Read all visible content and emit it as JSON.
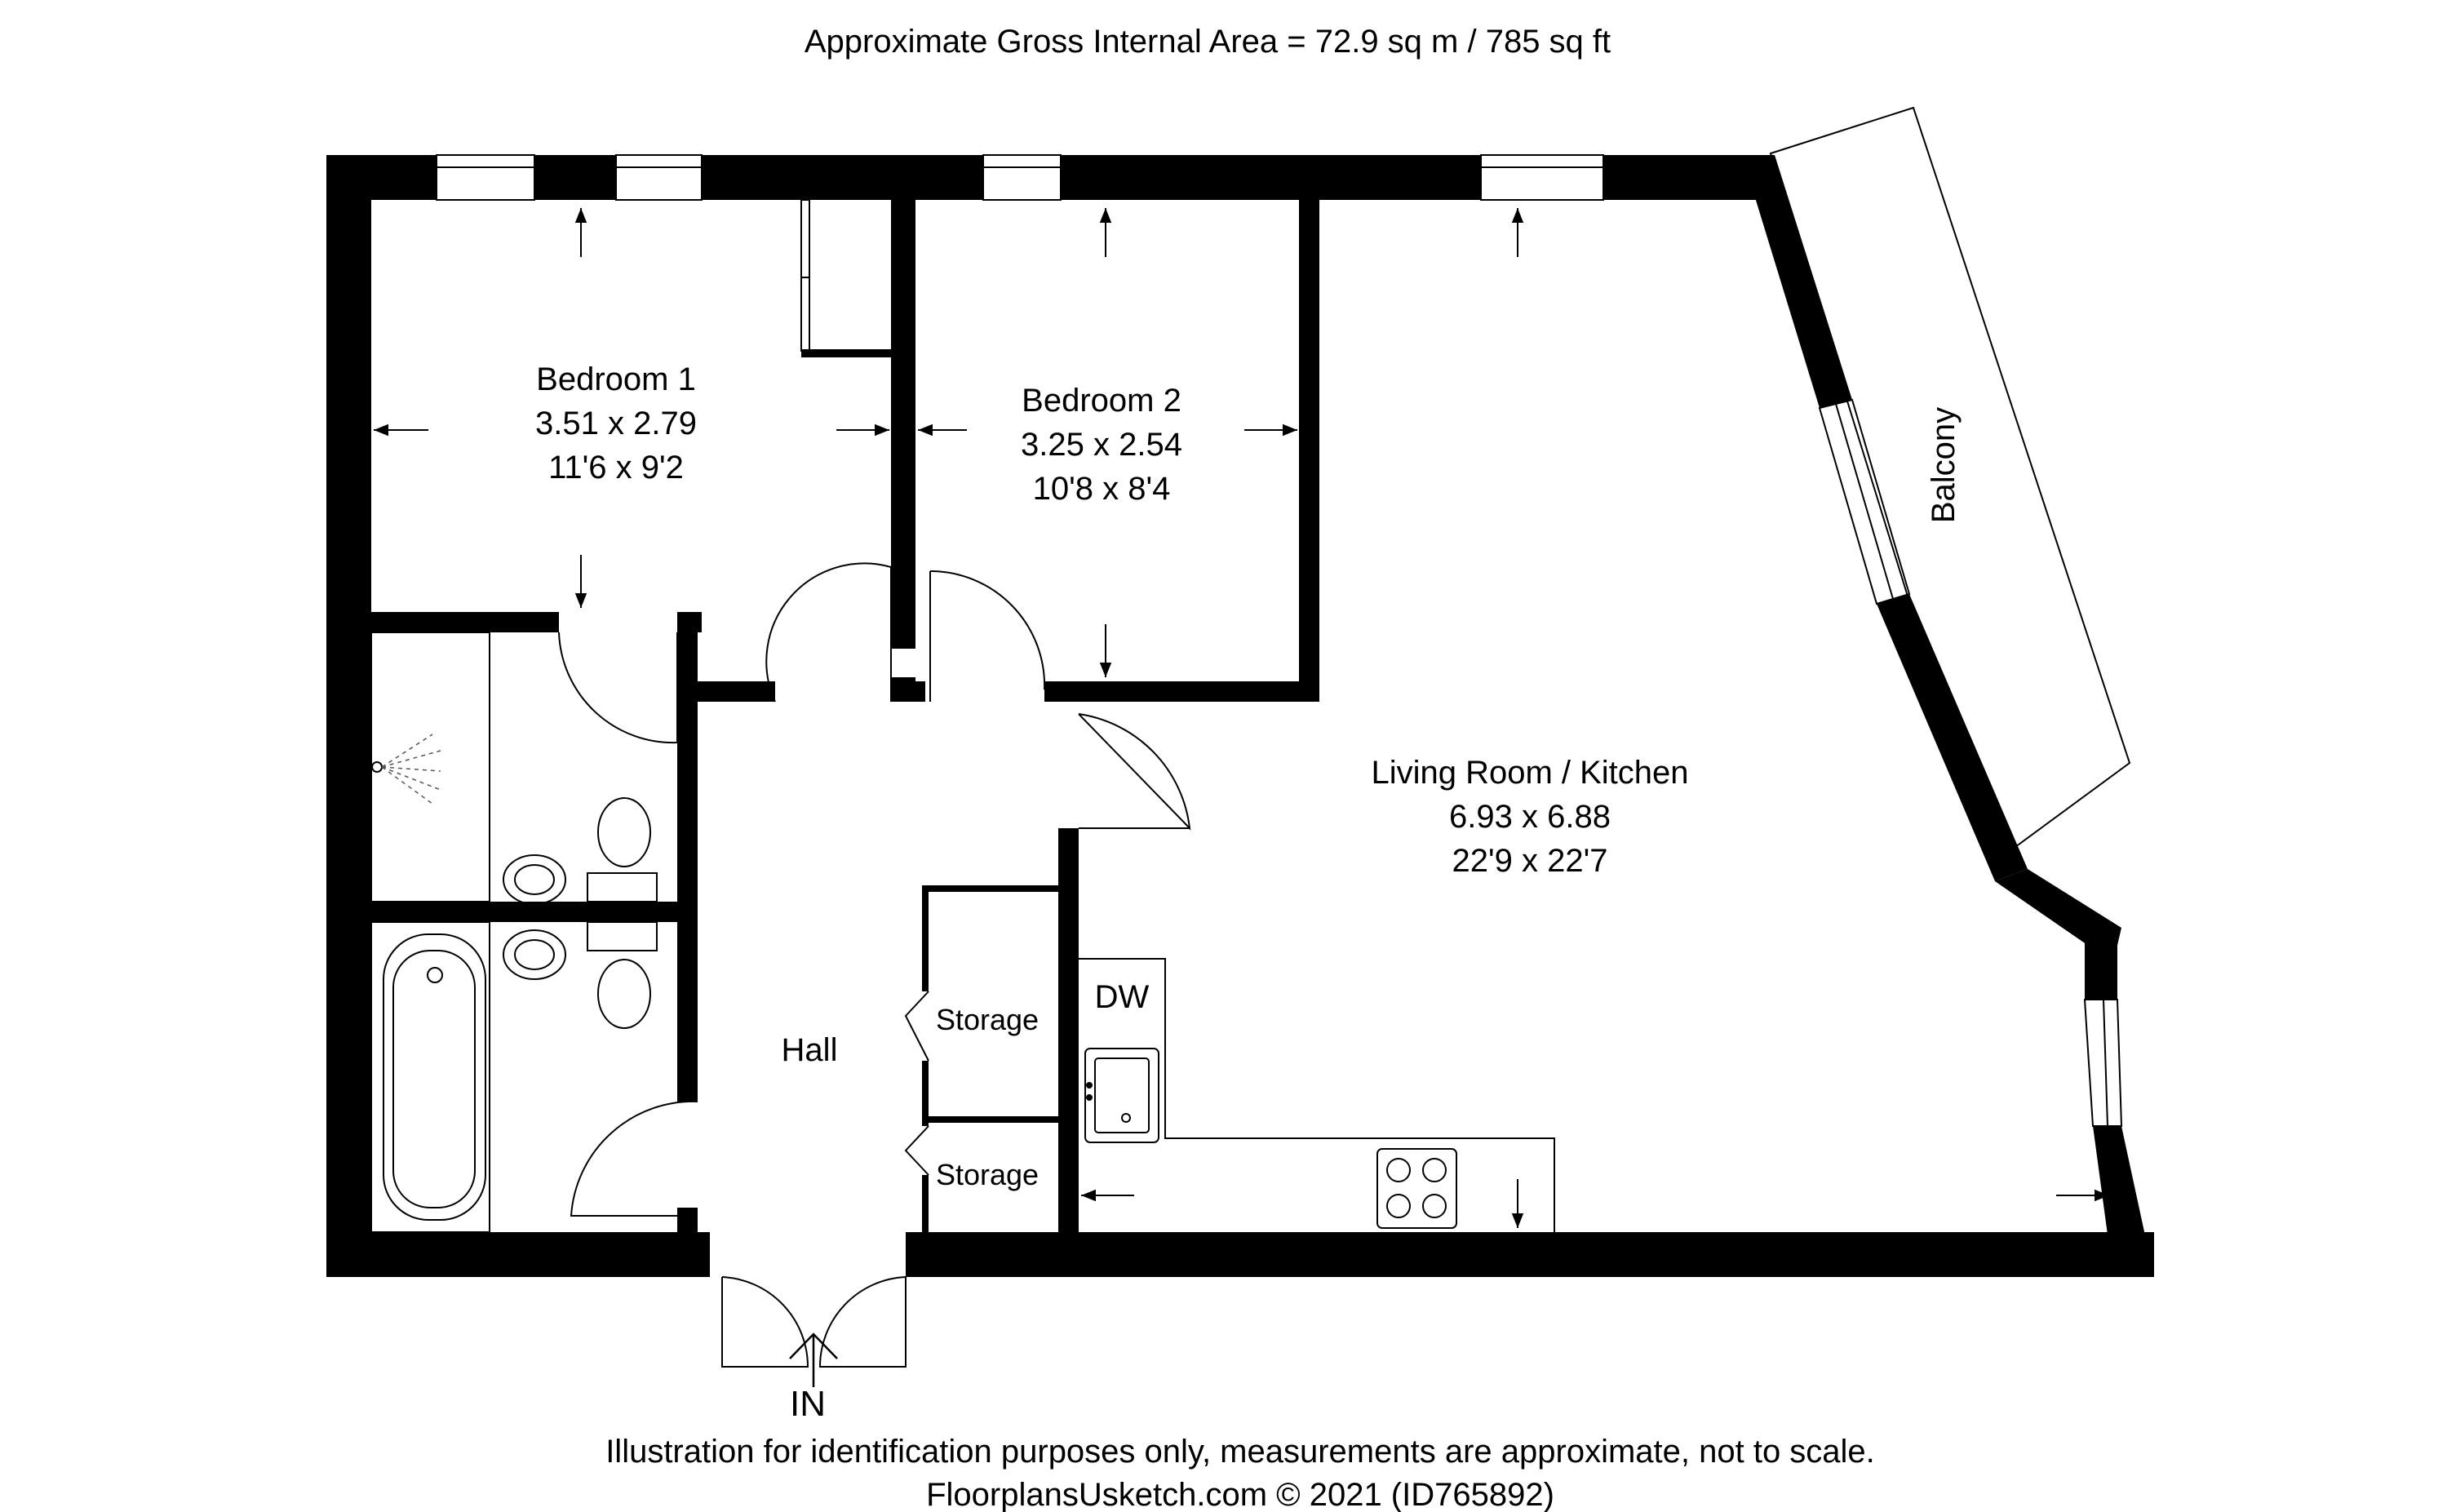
{
  "header": {
    "area_text": "Approximate Gross Internal Area = 72.9 sq m / 785 sq ft"
  },
  "rooms": {
    "bedroom1": {
      "name": "Bedroom 1",
      "metric": "3.51 x 2.79",
      "imperial": "11'6 x 9'2"
    },
    "bedroom2": {
      "name": "Bedroom 2",
      "metric": "3.25 x 2.54",
      "imperial": "10'8 x 8'4"
    },
    "living": {
      "name": "Living Room / Kitchen",
      "metric": "6.93 x 6.88",
      "imperial": "22'9 x 22'7"
    },
    "hall": {
      "name": "Hall"
    },
    "storage1": {
      "name": "Storage"
    },
    "storage2": {
      "name": "Storage"
    },
    "balcony": {
      "name": "Balcony"
    }
  },
  "fixtures": {
    "dishwasher": "DW"
  },
  "entrance": {
    "label": "IN"
  },
  "footer": {
    "disclaimer": "Illustration for identification purposes only, measurements are approximate, not to scale.",
    "credit": "FloorplansUsketch.com © 2021 (ID765892)"
  },
  "colors": {
    "wall": "#000000",
    "background": "#ffffff",
    "line": "#000000"
  }
}
